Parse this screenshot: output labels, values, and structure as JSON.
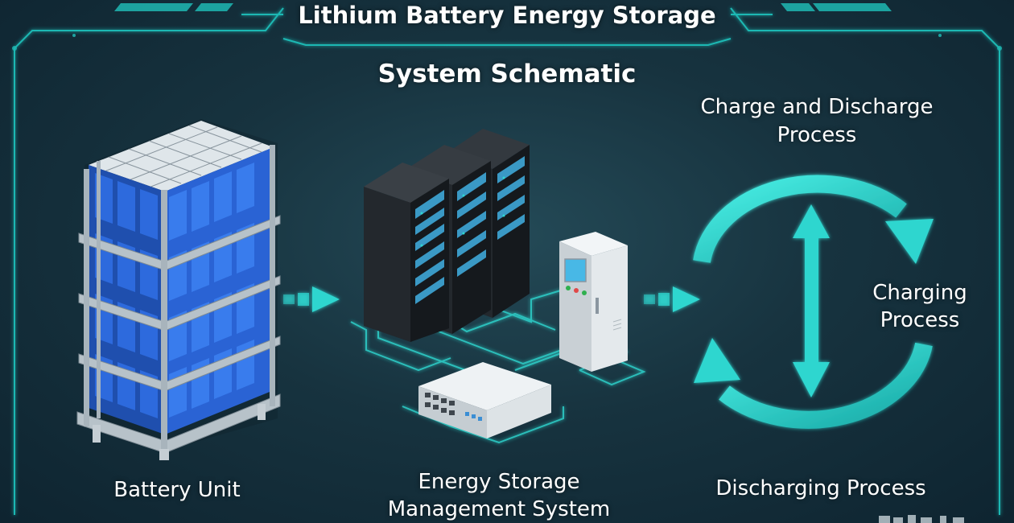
{
  "title_line_1": "Lithium Battery Energy Storage",
  "title_line_2": "System Schematic",
  "labels": {
    "charge_and_discharge": "Charge and Discharge Process",
    "charging": "Charging Process",
    "discharging": "Discharging Process",
    "battery_unit": "Battery Unit",
    "ems": "Energy Storage Management System"
  },
  "colors": {
    "accent": "#2fd6cf",
    "frame": "#1fb8b3",
    "battery": "#2a63d4",
    "rack": "#9aa7b0",
    "cabinet": "#1e2328",
    "background": "#17333f"
  },
  "icons": [
    "battery-rack-icon",
    "server-cabinet-icon",
    "control-cabinet-icon",
    "network-switch-icon",
    "cycle-arrows-icon",
    "flow-arrow-icon"
  ]
}
